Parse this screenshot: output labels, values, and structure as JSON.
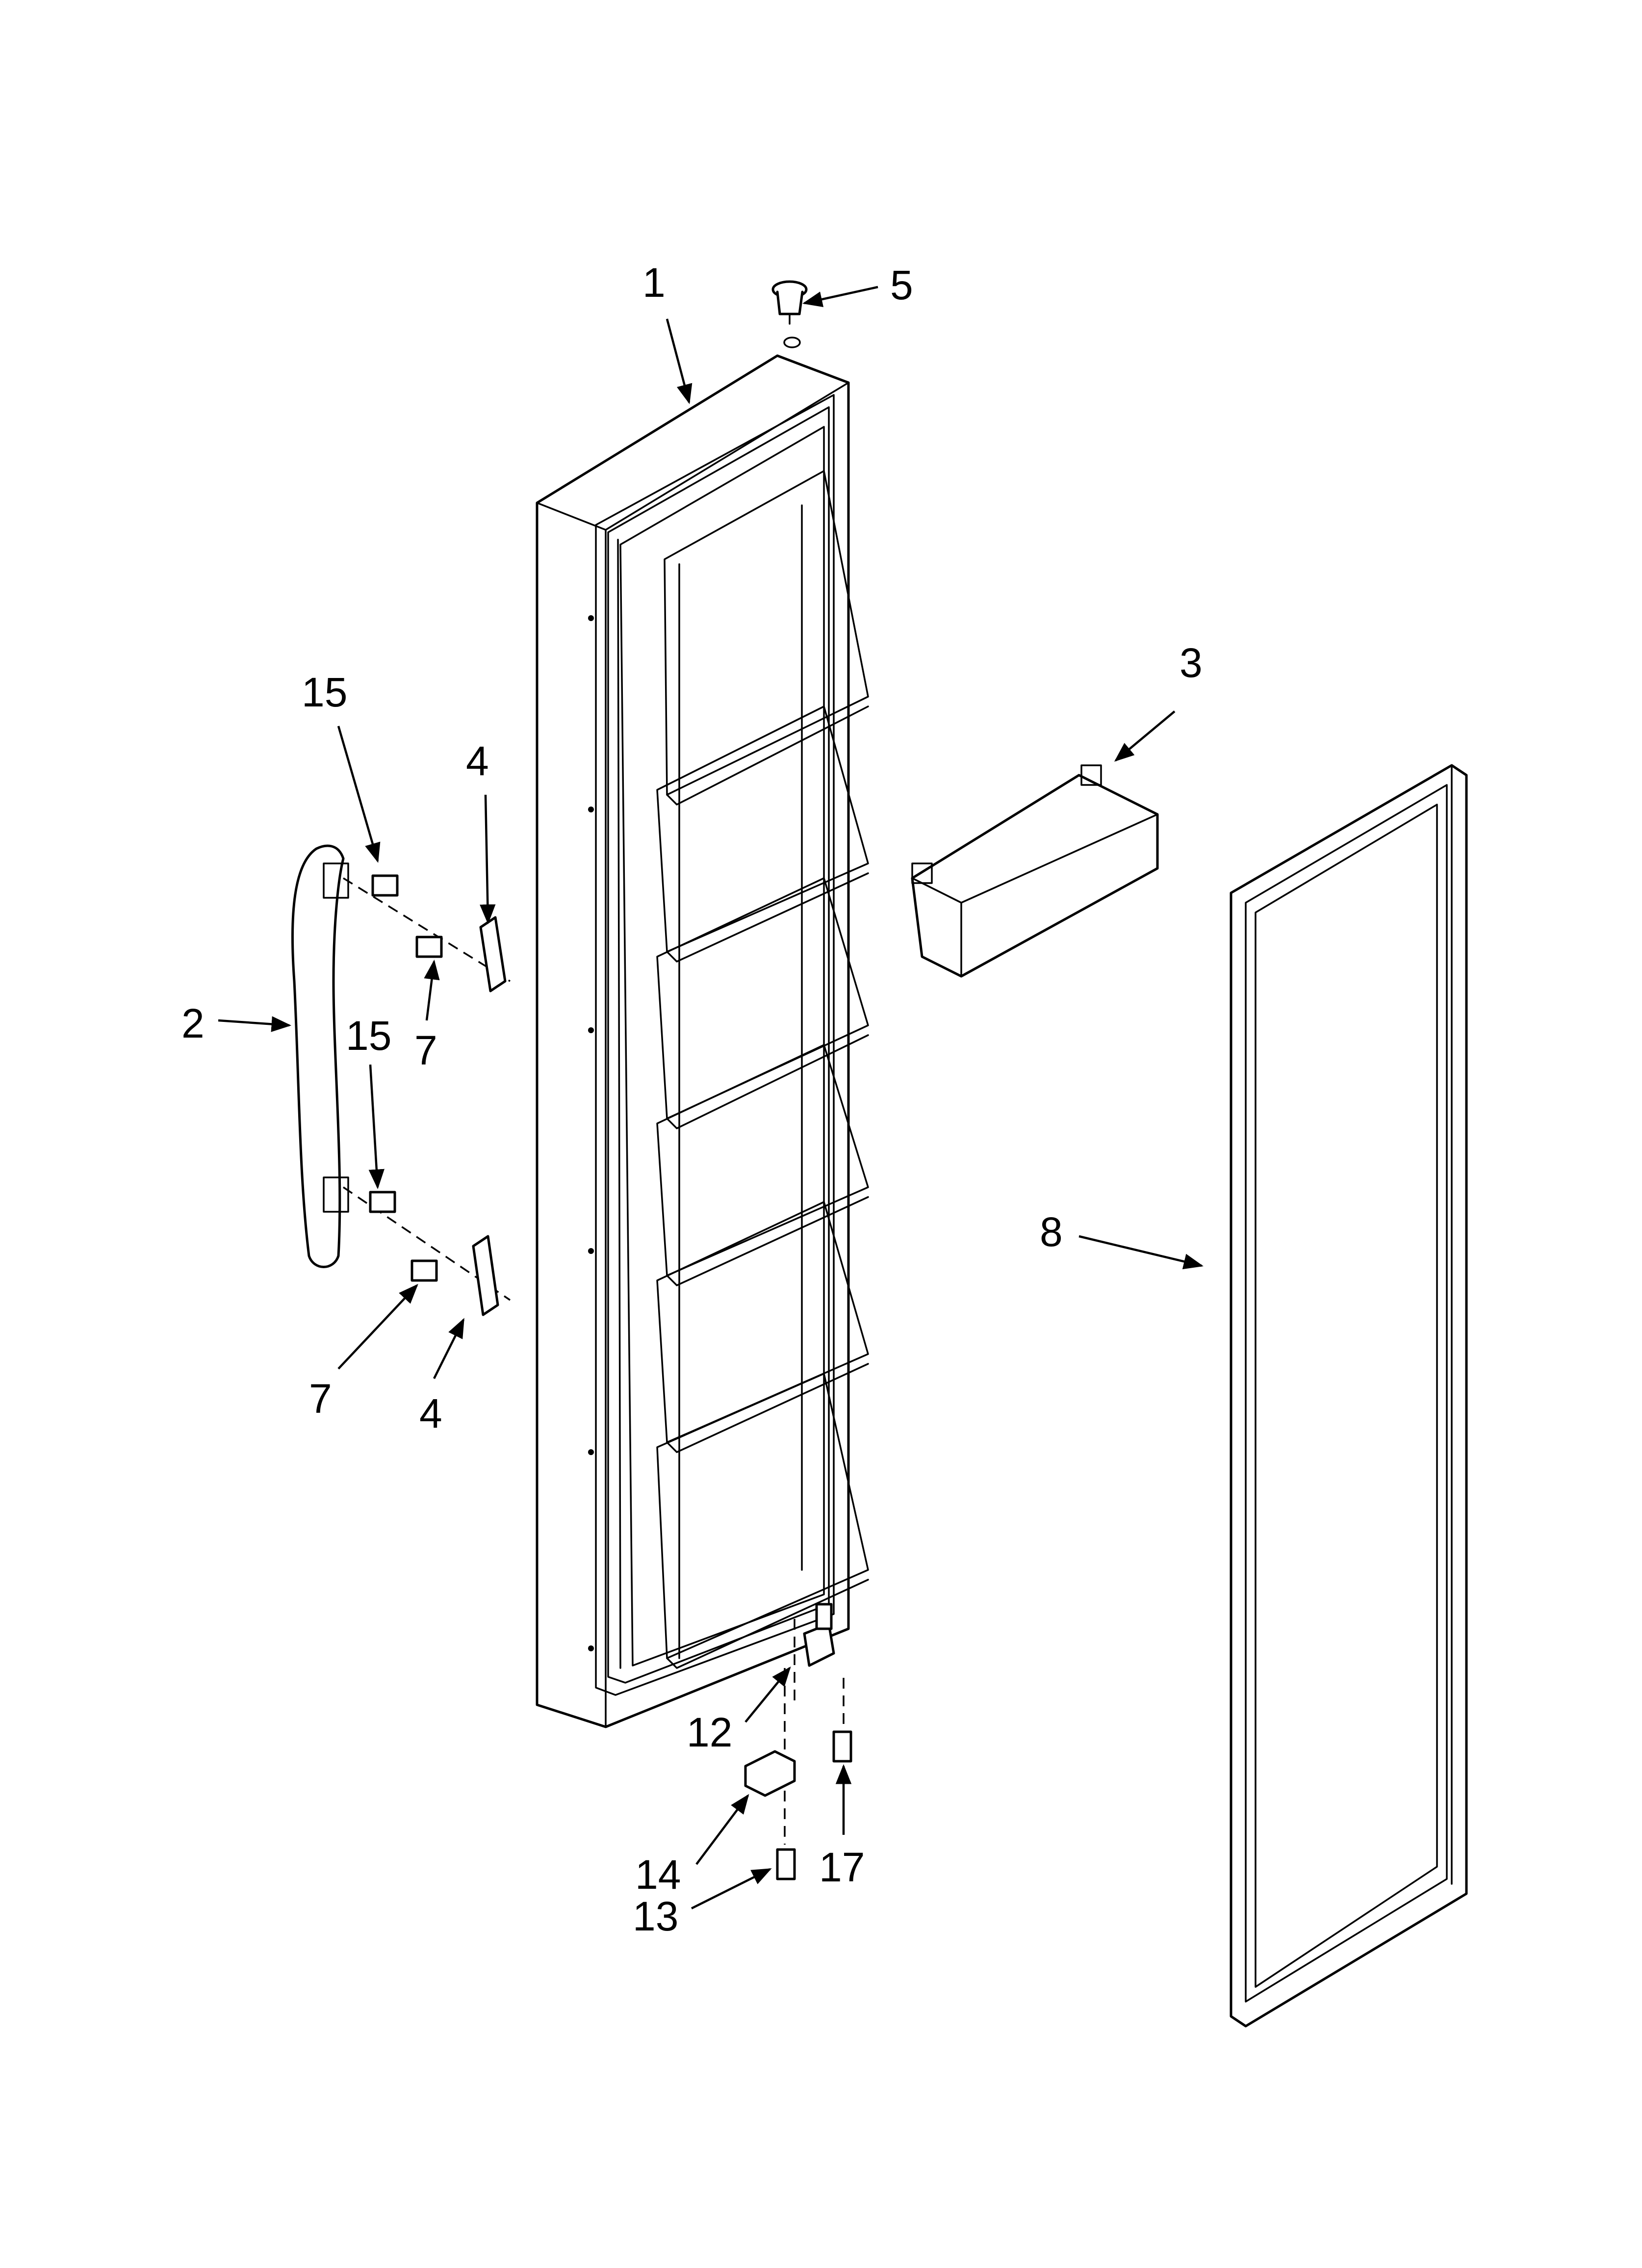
{
  "diagram": {
    "type": "exploded-parts-view",
    "callouts": [
      {
        "id": "c1",
        "label": "1"
      },
      {
        "id": "c5",
        "label": "5"
      },
      {
        "id": "c3",
        "label": "3"
      },
      {
        "id": "c15a",
        "label": "15"
      },
      {
        "id": "c4a",
        "label": "4"
      },
      {
        "id": "c2",
        "label": "2"
      },
      {
        "id": "c15b",
        "label": "15"
      },
      {
        "id": "c7a",
        "label": "7"
      },
      {
        "id": "c8",
        "label": "8"
      },
      {
        "id": "c7b",
        "label": "7"
      },
      {
        "id": "c4b",
        "label": "4"
      },
      {
        "id": "c12",
        "label": "12"
      },
      {
        "id": "c14",
        "label": "14"
      },
      {
        "id": "c17",
        "label": "17"
      },
      {
        "id": "c13",
        "label": "13"
      }
    ]
  }
}
